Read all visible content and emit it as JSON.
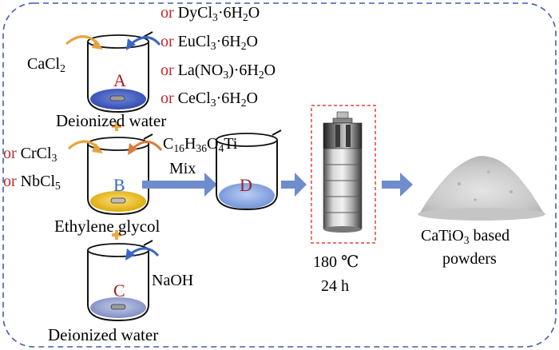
{
  "colors": {
    "frame": "#3f5fa8",
    "or_text": "#c0282d",
    "beaker_letters": "#a11f24",
    "arrow_fill": "#6f8ccc",
    "curved_arrow_orange": "#e7a23a",
    "curved_arrow_blue": "#3a66c4",
    "plus_orange": "#f0a848",
    "solution_blue": "#3b59c2",
    "solution_yellow": "#f2c41f",
    "mixture_light_blue": "#7fa2e8",
    "highlight_box": "#e0443c",
    "powder_gray": "#c8c8c8"
  },
  "icons": [
    "curved-arrow-icon",
    "plus-icon",
    "stir-bar-icon",
    "block-arrow-icon",
    "autoclave-icon",
    "powder-pile-icon"
  ],
  "dopants": [
    {
      "or": "or",
      "name": "DyCl",
      "sub": "3",
      "rest": "·6H",
      "sub2": "2",
      "tail": "O"
    },
    {
      "or": "or",
      "name": "EuCl",
      "sub": "3",
      "rest": "·6H",
      "sub2": "2",
      "tail": "O"
    },
    {
      "or": "or",
      "name": "La(NO",
      "sub": "3",
      "rest": ")·6H",
      "sub2": "2",
      "tail": "O"
    },
    {
      "or": "or",
      "name": "CeCl",
      "sub": "3",
      "rest": "·6H",
      "sub2": "2",
      "tail": "O"
    }
  ],
  "reagent_a": {
    "name": "CaCl",
    "sub": "2"
  },
  "beakers": {
    "a": "A",
    "b": "B",
    "c": "C",
    "d": "D"
  },
  "solvents": {
    "a": "Deionized water",
    "b": "Ethylene glycol",
    "c": "Deionized water"
  },
  "b_alternatives": [
    {
      "or": "or",
      "name": "CrCl",
      "sub": "3"
    },
    {
      "or": "or",
      "name": "NbCl",
      "sub": "5"
    }
  ],
  "naoh": "NaOH",
  "titanium_source": {
    "c": "C",
    "c_sub": "16",
    "h": "H",
    "h_sub": "36",
    "o": "O",
    "o_sub": "4",
    "ti": "Ti"
  },
  "mix_label": "Mix",
  "conditions": {
    "temperature": "180 ℃",
    "time": "24 h"
  },
  "product": {
    "prefix": "CaTiO",
    "sub": "3",
    "suffix": " based",
    "line2": "powders"
  }
}
